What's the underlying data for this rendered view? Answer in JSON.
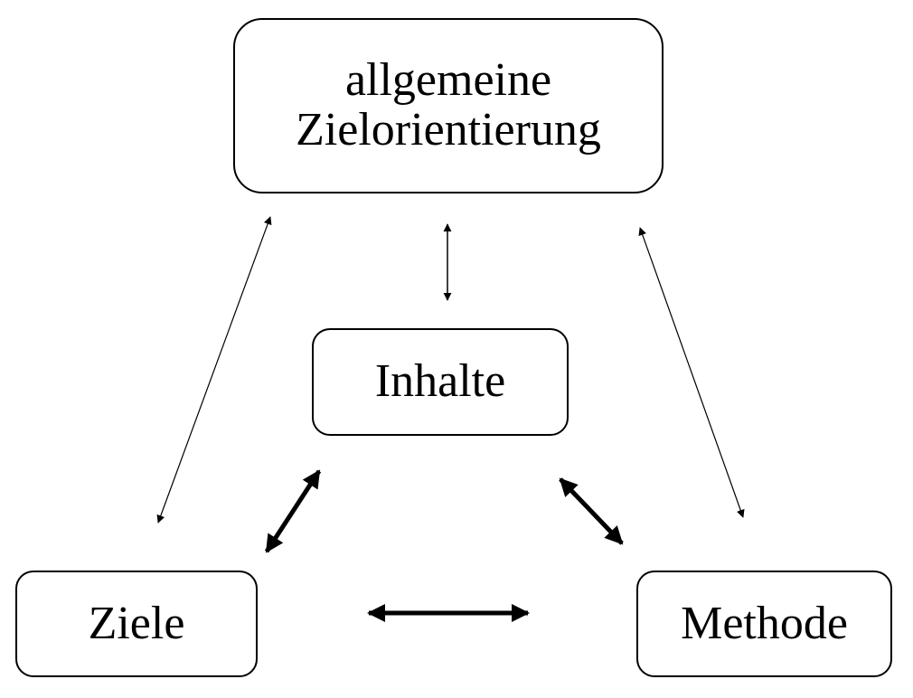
{
  "nodes": {
    "top": {
      "line1": "allgemeine",
      "line2": "Zielorientierung"
    },
    "middle": {
      "label": "Inhalte"
    },
    "left": {
      "label": "Ziele"
    },
    "right": {
      "label": "Methode"
    }
  },
  "edges": [
    {
      "from": "top",
      "to": "middle",
      "direction": "both",
      "weight": "thin"
    },
    {
      "from": "top",
      "to": "left",
      "direction": "both",
      "weight": "thin"
    },
    {
      "from": "top",
      "to": "right",
      "direction": "both",
      "weight": "thin"
    },
    {
      "from": "middle",
      "to": "left",
      "direction": "both",
      "weight": "thick"
    },
    {
      "from": "middle",
      "to": "right",
      "direction": "both",
      "weight": "thick"
    },
    {
      "from": "left",
      "to": "right",
      "direction": "both",
      "weight": "thick"
    }
  ],
  "colors": {
    "stroke": "#000000",
    "background": "#ffffff"
  }
}
